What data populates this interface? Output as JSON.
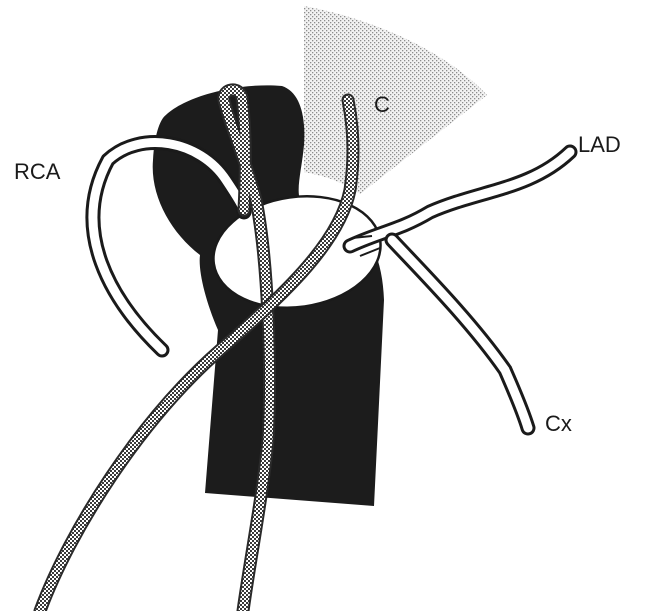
{
  "labels": {
    "rca": "RCA",
    "c": "C",
    "lad": "LAD",
    "cx": "Cx"
  },
  "colors": {
    "heart": "#1c1c1c",
    "vessel_outline": "#1a1a1a",
    "vessel_fill": "#ffffff",
    "catheter": "#8a8a8a",
    "fluoro_sector": "#c8c8c8"
  },
  "icons": {
    "fluoroscopy_sector": "sector-shape",
    "catheter_pattern": "checkered-tube"
  }
}
